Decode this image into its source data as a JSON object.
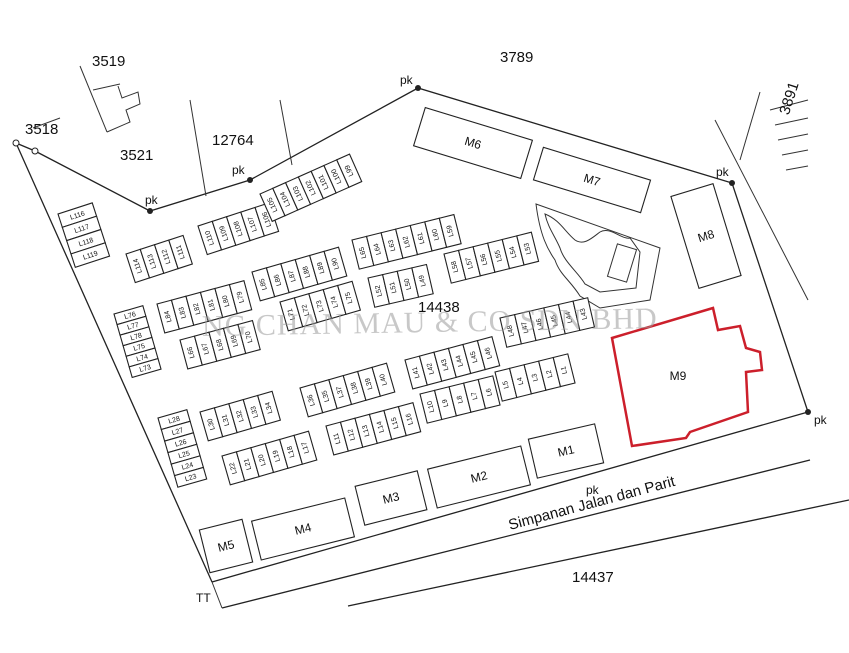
{
  "parcels": {
    "p3519": "3519",
    "p3789": "3789",
    "p3891": "3891",
    "p3518": "3518",
    "p3521": "3521",
    "p12764": "12764",
    "p14438": "14438",
    "p14437": "14437"
  },
  "markers": {
    "pk": "pk",
    "tt": "TT"
  },
  "road_label": "Simpanan Jalan dan Parit",
  "buildings": {
    "m1": "M1",
    "m2": "M2",
    "m3": "M3",
    "m4": "M4",
    "m5": "M5",
    "m6": "M6",
    "m7": "M7",
    "m8": "M8",
    "m9": "M9"
  },
  "watermark": "NG CHAN MAU & CO SDN BHD",
  "colors": {
    "highlight": "#cc1f2b",
    "line": "#222222",
    "watermark": "#9a9a9a"
  },
  "lot_rows": [
    {
      "labels": [
        "L114",
        "L113",
        "L112",
        "L111"
      ]
    },
    {
      "labels": [
        "L110",
        "L109",
        "L108",
        "L107",
        "L106"
      ]
    },
    {
      "labels": [
        "L105",
        "L104",
        "L103",
        "L102",
        "L101",
        "L100",
        "L99"
      ]
    },
    {
      "labels": [
        "L65",
        "L64",
        "L63",
        "L62",
        "L61",
        "L60",
        "L59"
      ]
    },
    {
      "labels": [
        "L58",
        "L57",
        "L56",
        "L55",
        "L54",
        "L53"
      ]
    },
    {
      "labels": [
        "L85",
        "L86",
        "L87",
        "L88",
        "L89",
        "L90"
      ]
    },
    {
      "labels": [
        "L84",
        "L83",
        "L82",
        "L81",
        "L80",
        "L79"
      ]
    },
    {
      "labels": [
        "L52",
        "L51",
        "L50",
        "L49"
      ]
    },
    {
      "labels": [
        "L48",
        "L47",
        "L46",
        "L45",
        "L44",
        "L43"
      ]
    },
    {
      "labels": [
        "L66",
        "L67",
        "L68",
        "L69",
        "L70"
      ]
    },
    {
      "labels": [
        "L71",
        "L72",
        "L73",
        "L74",
        "L75"
      ]
    },
    {
      "labels": [
        "L36",
        "L35",
        "L37",
        "L38",
        "L39",
        "L40"
      ]
    },
    {
      "labels": [
        "L41",
        "L42",
        "L43",
        "L44",
        "L45",
        "L46"
      ]
    },
    {
      "labels": [
        "L5",
        "L4",
        "L3",
        "L2",
        "L1"
      ]
    },
    {
      "labels": [
        "L10",
        "L9",
        "L8",
        "L7",
        "L6"
      ]
    },
    {
      "labels": [
        "L30",
        "L31",
        "L32",
        "L33",
        "L34"
      ]
    },
    {
      "labels": [
        "L11",
        "L12",
        "L13",
        "L14",
        "L15",
        "L16"
      ]
    },
    {
      "labels": [
        "L22",
        "L21",
        "L20",
        "L19",
        "L18",
        "L17"
      ]
    }
  ],
  "side_lots_left": [
    "L116",
    "L117",
    "L118",
    "L119"
  ],
  "side_lots_west": [
    "L76",
    "L77",
    "L78",
    "L75",
    "L74",
    "L73"
  ],
  "side_lots_south": [
    "L28",
    "L27",
    "L26",
    "L25",
    "L24",
    "L23"
  ]
}
